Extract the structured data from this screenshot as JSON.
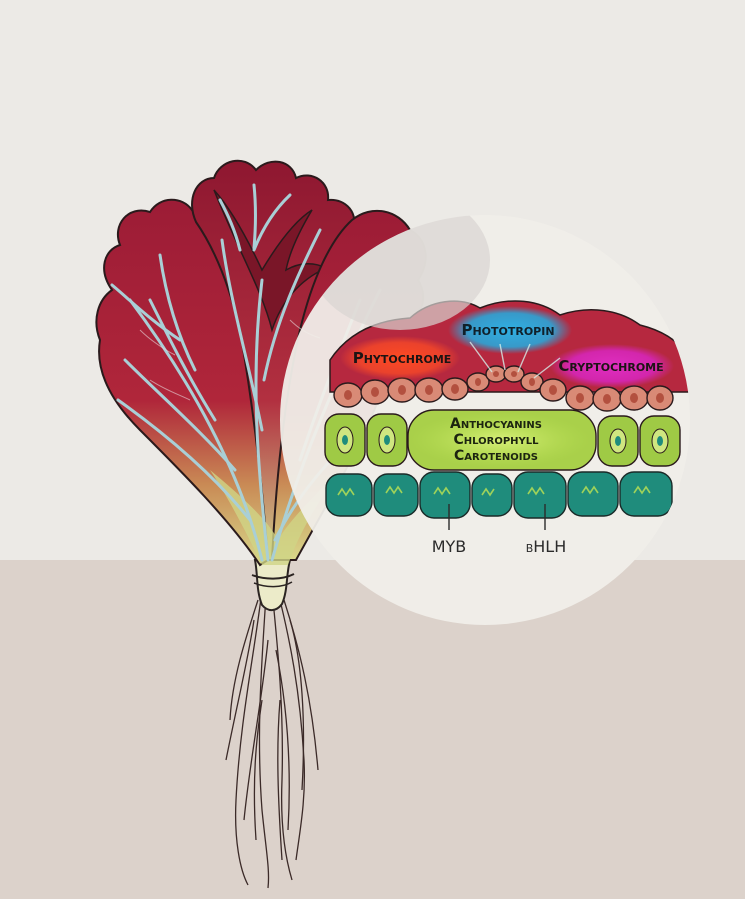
{
  "photoreceptors": {
    "phytochrome": "Phytochrome",
    "phototropin": "Phototropin",
    "cryptochrome": "Cryptochrome"
  },
  "pigments": {
    "line1": "Anthocyanins",
    "line2": "Chlorophyll",
    "line3": "Carotenoids"
  },
  "genes": {
    "myb": "MYB",
    "bhlh": "bHLH"
  },
  "colors": {
    "background_upper": "#eceae6",
    "background_lower": "#dcd2cb",
    "leaf_red": "#a3213a",
    "leaf_yellow": "#c9c97a",
    "vein_blue": "#a9cfd6",
    "epidermis_cell": "#d98a76",
    "mesophyll_cell": "#9fca45",
    "deep_cell": "#1f8c7c",
    "phytochrome_glow": "#f0452a",
    "phototropin_glow": "#2aa6d8",
    "cryptochrome_glow": "#d626b8"
  },
  "icons": [
    "lettuce-plant-illustration",
    "cell-cross-section-magnifier"
  ]
}
